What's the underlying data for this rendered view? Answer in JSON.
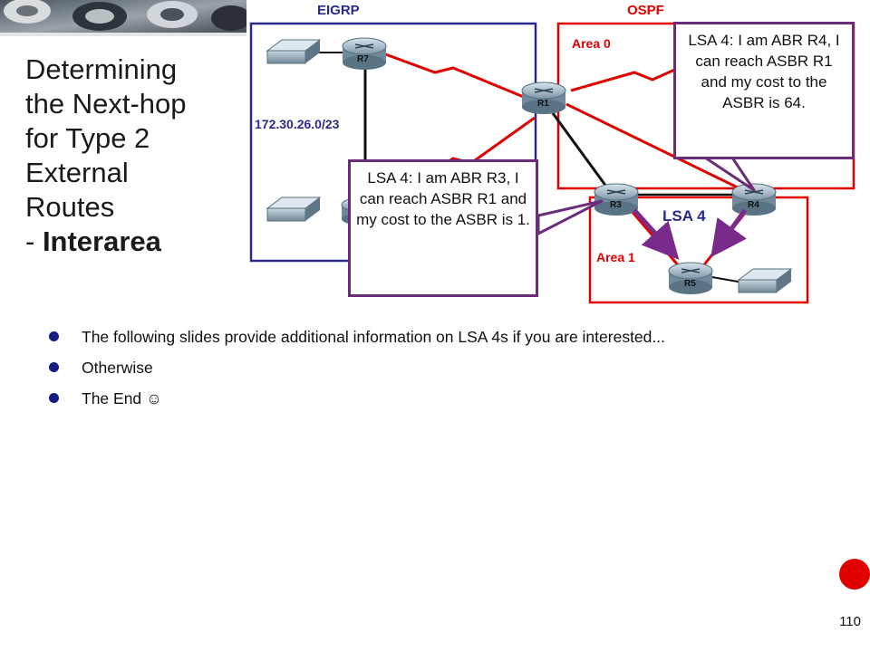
{
  "title": {
    "line1": "Determining",
    "line2": "the Next-hop",
    "line3": "for Type 2",
    "line4": "External",
    "line5": "Routes",
    "line6_prefix": "- ",
    "line6_bold": "Interarea"
  },
  "diagram": {
    "eigrp_label": "EIGRP",
    "ospf_label": "OSPF",
    "area0_label": "Area 0",
    "area1_label": "Area 1",
    "network_label": "172.30.26.0/23",
    "lsa4_label": "LSA 4",
    "routers": {
      "r7": "R7",
      "r1": "R1",
      "r3": "R3",
      "r4": "R4",
      "r5": "R5"
    },
    "colors": {
      "eigrp_box": "#2a2a8c",
      "ospf_box": "#e00000",
      "callout_border": "#6b2c7a",
      "arrow": "#7a2a8a",
      "serial_link": "#e00000"
    }
  },
  "callouts": {
    "r4": "LSA 4: I am ABR R4, I can reach ASBR R1 and my cost to the ASBR is 64.",
    "r3": "LSA 4: I am ABR R3, I can reach ASBR R1 and my cost to the ASBR is 1."
  },
  "bullets": [
    "The following slides provide additional information on LSA 4s if you are interested...",
    "Otherwise",
    "The End ☺"
  ],
  "slide_number": "110"
}
